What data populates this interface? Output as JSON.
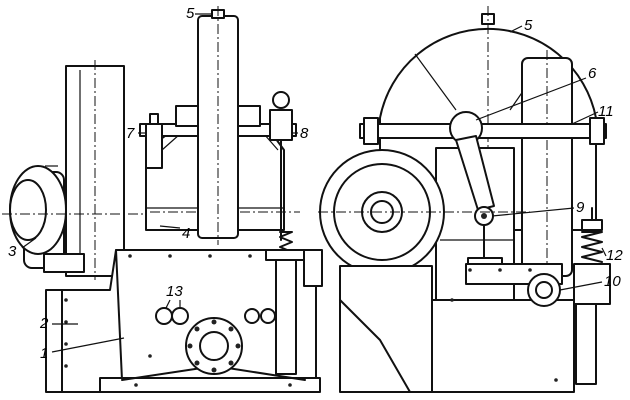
{
  "callouts": {
    "c1": "1",
    "c2": "2",
    "c3": "3",
    "c4": "4",
    "c5_left": "5",
    "c5_right": "5",
    "c6": "6",
    "c7": "7",
    "c8": "8",
    "c9": "9",
    "c10": "10",
    "c11": "11",
    "c12": "12",
    "c13": "13"
  }
}
